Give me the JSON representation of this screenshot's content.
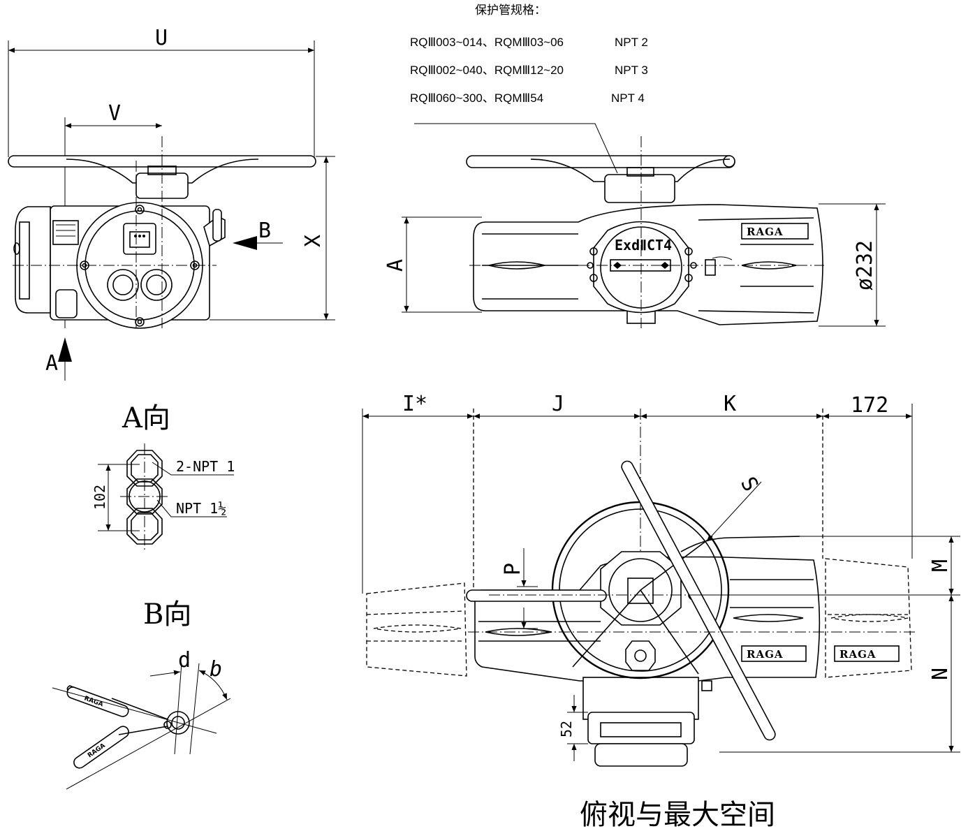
{
  "spec": {
    "title": "保护管规格：",
    "rows": [
      {
        "models": "RQⅢ003~014、RQMⅢ03~06",
        "thread": "NPT 2"
      },
      {
        "models": "RQⅢ002~040、RQMⅢ12~20",
        "thread": "NPT 3"
      },
      {
        "models": "RQⅢ060~300、RQMⅢ54",
        "thread": "NPT 4"
      }
    ]
  },
  "front_view": {
    "dim_u": "U",
    "dim_v": "V",
    "dim_x": "X",
    "arrow_a": "A",
    "arrow_b": "B"
  },
  "side_view": {
    "dim_a": "A",
    "dim_dia": "ø232",
    "brand": "RAGA",
    "ex_mark": "ExdⅡCT4"
  },
  "view_a": {
    "caption": "A向",
    "dim_102": "102",
    "label_top": "2-NPT 1",
    "label_mid": "NPT 1½"
  },
  "view_b": {
    "caption": "B向",
    "label_d": "d",
    "label_b": "b",
    "brand": "RAGA"
  },
  "top_view": {
    "caption": "俯视与最大空间",
    "dim_i": "I*",
    "dim_j": "J",
    "dim_k": "K",
    "dim_172": "172",
    "dim_s": "S",
    "dim_p": "P",
    "dim_m": "M",
    "dim_n": "N",
    "dim_52": "52",
    "brand": "RAGA"
  }
}
